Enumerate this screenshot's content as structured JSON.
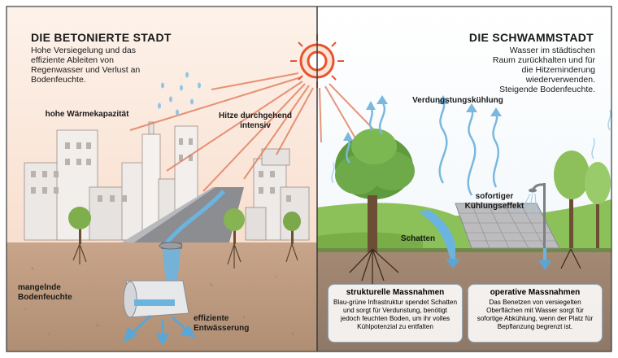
{
  "left": {
    "title": "DIE BETONIERTE STADT",
    "description": "Hohe Versiegelung und das effiziente Ableiten von Regenwasser und Verlust an Bodenfeuchte.",
    "labels": {
      "heat_capacity": "hohe Wärmekapazität",
      "heat": "Hitze durchgehend intensiv",
      "soil": "mangelnde Bodenfeuchte",
      "drainage": "effiziente Entwässerung"
    }
  },
  "right": {
    "title": "DIE SCHWAMMSTADT",
    "description": "Wasser im städtischen Raum zurückhalten und für die Hitzeminderung wiederverwenden. Steigende Bodenfeuchte.",
    "labels": {
      "evaporation": "Verdungstungskühlung",
      "cooling": "sofortiger Kühlungseffekt",
      "shade": "Schatten"
    },
    "box_structural": {
      "title": "strukturelle Massnahmen",
      "body": "Blau-grüne Infrastruktur spendet Schatten und sorgt für Verdunstung, benötigt jedoch feuchten Boden, um ihr volles Kühlpotenzial zu entfalten"
    },
    "box_operative": {
      "title": "operative Massnahmen",
      "body": "Das Benetzen von versiegelten Oberflächen mit Wasser sorgt für sofortige Abkühlung, wenn der Platz für Bepflanzung begrenzt ist."
    }
  },
  "colors": {
    "sun": "#e8542e",
    "water": "#5aa6d6",
    "soil": "#c9a78a",
    "grass": "#7cb342",
    "concrete": "#e8e6e4"
  },
  "icons": [
    "sun-icon",
    "raindrop-icon",
    "tree-icon",
    "pipe-icon",
    "lamp-icon"
  ]
}
